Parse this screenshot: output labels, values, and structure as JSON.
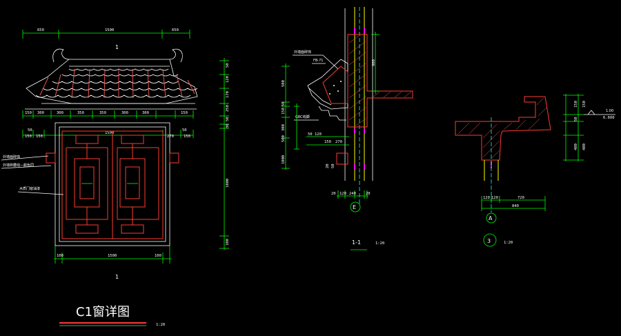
{
  "drawing": {
    "title": "C1窗详图",
    "title_scale": "1:20",
    "section_marks": {
      "top": "1",
      "bottom": "1"
    }
  },
  "elevation": {
    "top_dims": [
      "650",
      "1500",
      "650"
    ],
    "eave_dims": [
      "150",
      "300",
      "300",
      "350",
      "350",
      "300",
      "300",
      "150"
    ],
    "frame_dims": [
      "50",
      "150",
      "150",
      "1500",
      "270",
      "50",
      "150"
    ],
    "bottom_dims": [
      "100",
      "1500",
      "100"
    ],
    "right_dims": [
      "50",
      "120",
      "170",
      "250",
      "50",
      "30",
      "1800",
      "100"
    ],
    "notes": [
      "外墙面砖饰",
      "外墙砖腰线—颜色同",
      "木质门窗油漆"
    ]
  },
  "section_1_1": {
    "label": "1-1",
    "scale": "1:20",
    "note_top": "外墙面砖饰",
    "note_tile": "FB-71",
    "note_gutter": "GRC线脚",
    "left_dims": [
      "500",
      "50",
      "150",
      "300",
      "500",
      "1000"
    ],
    "top_dim": "900",
    "bottom_dims": [
      "20",
      "120",
      "240",
      "20"
    ],
    "detail_dims": [
      "50",
      "120",
      "270",
      "150",
      "20",
      "50"
    ],
    "axis": "E"
  },
  "detail_3": {
    "number": "3",
    "scale": "1:20",
    "axis": "A",
    "level": "6.600",
    "level_mark": "1.00",
    "bottom_dims": [
      "120",
      "120",
      "720",
      "840"
    ],
    "right_dims": [
      "150",
      "150",
      "50",
      "400",
      "400"
    ]
  },
  "colors": {
    "background": "#000000",
    "dimension": "#00ff00",
    "outline": "#ffffff",
    "structure": "#ff3b30",
    "axis": "#ffff00",
    "accent": "#ff00ff"
  }
}
